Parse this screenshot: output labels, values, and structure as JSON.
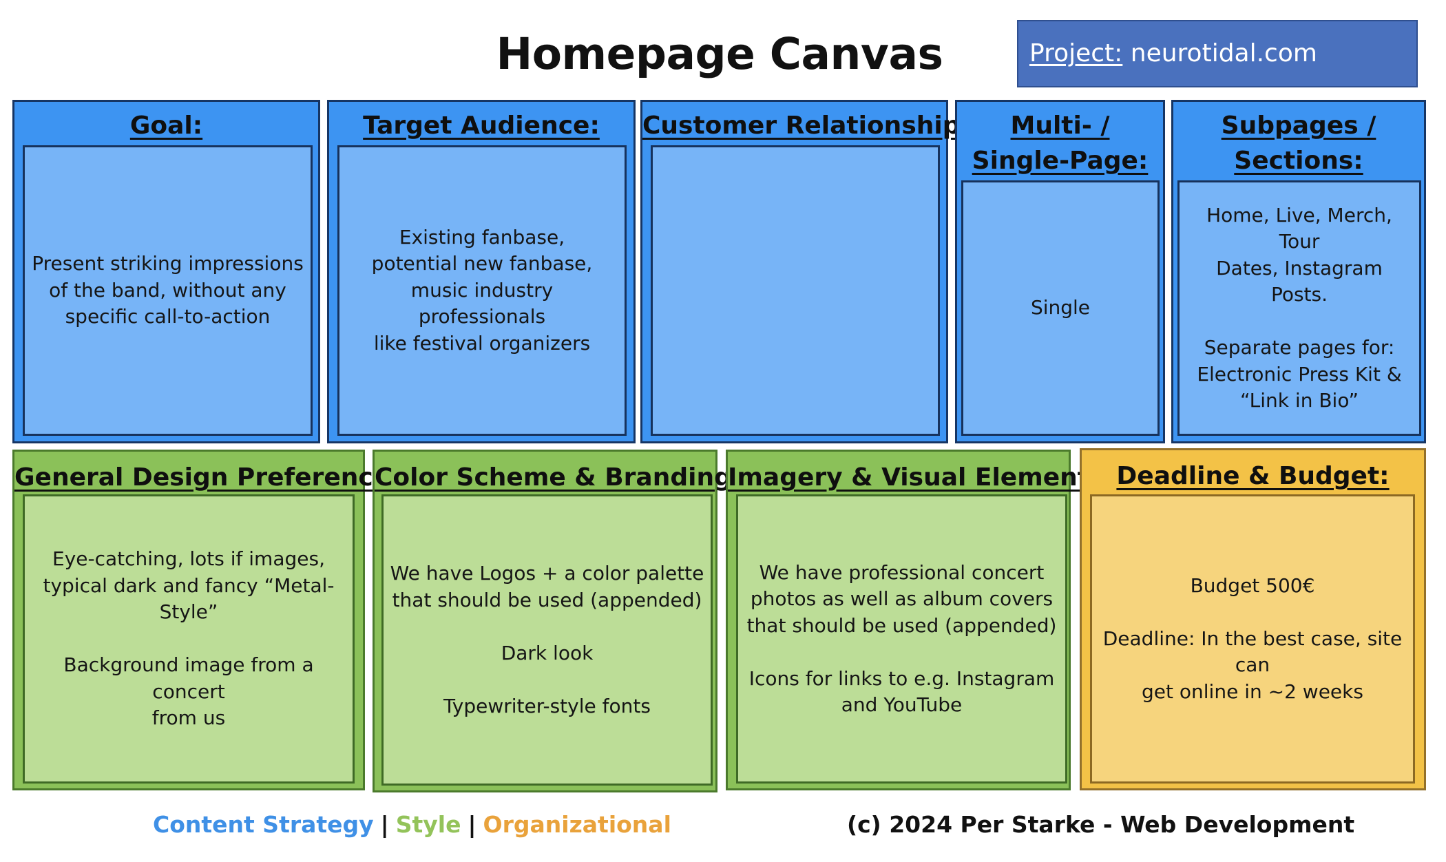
{
  "header": {
    "title": "Homepage Canvas",
    "project_label": "Project:",
    "project_value": "neurotidal.com"
  },
  "panels": [
    {
      "title": "Goal:",
      "text": "Present striking impressions\nof the band, without any\nspecific call-to-action",
      "category": "content-strategy"
    },
    {
      "title": "Target Audience:",
      "text": "Existing fanbase,\npotential new fanbase,\nmusic industry professionals\nlike festival organizers",
      "category": "content-strategy"
    },
    {
      "title": "Customer Relationships:",
      "text": "",
      "category": "content-strategy"
    },
    {
      "title_line1": "Multi- /",
      "title_line2": "Single-Page:",
      "text": "Single",
      "category": "content-strategy"
    },
    {
      "title_line1": "Subpages /",
      "title_line2": "Sections:",
      "text": "Home, Live, Merch, Tour\nDates, Instagram Posts.\n\nSeparate pages for:\nElectronic Press Kit &\n“Link in Bio”",
      "category": "content-strategy"
    },
    {
      "title": "General Design Preferences:",
      "text": "Eye-catching, lots if images,\ntypical dark and fancy “Metal-\nStyle”\n\nBackground image from a concert\nfrom us",
      "category": "style"
    },
    {
      "title": "Color Scheme & Branding:",
      "text": "We have Logos + a color palette\nthat should be used (appended)\n\nDark look\n\nTypewriter-style fonts",
      "category": "style"
    },
    {
      "title": "Imagery & Visual Elements:",
      "text": "We have professional concert\nphotos as well as album covers\nthat should be used (appended)\n\nIcons for links to e.g. Instagram\nand YouTube",
      "category": "style"
    },
    {
      "title": "Deadline & Budget:",
      "text": "Budget 500€\n\nDeadline: In the best case, site can\nget online in ~2 weeks",
      "category": "organizational"
    }
  ],
  "legend": {
    "content_strategy": "Content Strategy",
    "style": "Style",
    "organizational": "Organizational",
    "separator": "|"
  },
  "footer": {
    "copyright": "(c) 2024 Per Starke - Web Development"
  },
  "colors": {
    "content_strategy": "#3d94f2",
    "style": "#8bc159",
    "organizational": "#e9a23b",
    "project_box": "#4a71be"
  }
}
